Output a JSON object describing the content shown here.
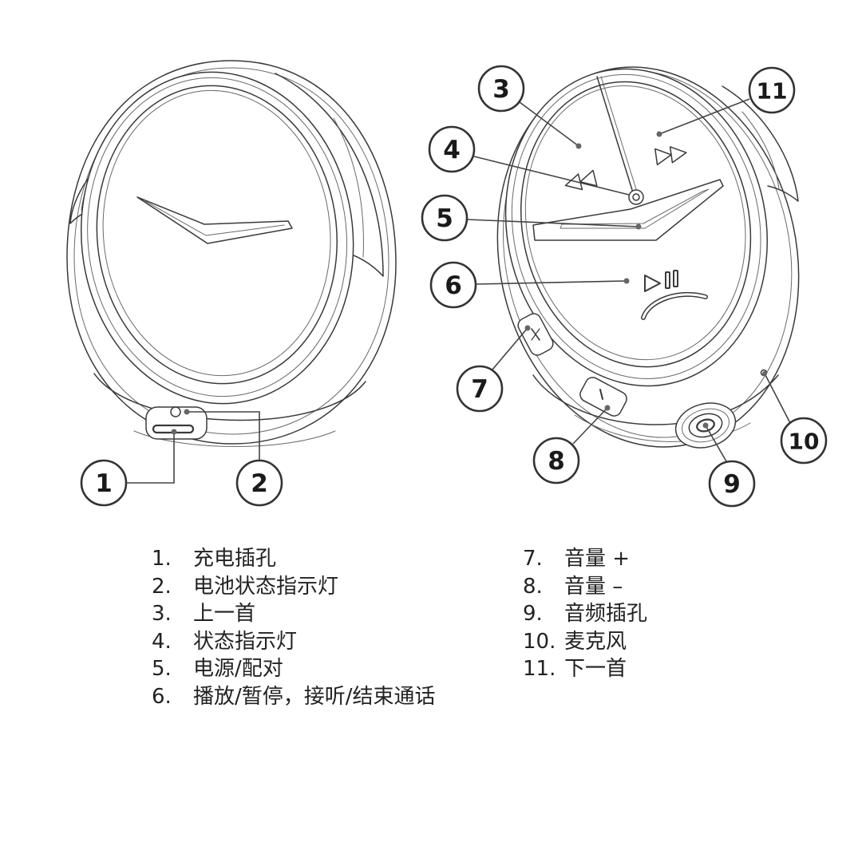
{
  "callouts": [
    {
      "num": "1"
    },
    {
      "num": "2"
    },
    {
      "num": "3"
    },
    {
      "num": "4"
    },
    {
      "num": "5"
    },
    {
      "num": "6"
    },
    {
      "num": "7"
    },
    {
      "num": "8"
    },
    {
      "num": "9"
    },
    {
      "num": "10"
    },
    {
      "num": "11"
    }
  ],
  "legend": {
    "left": [
      {
        "num": "1.",
        "label": "充电插孔"
      },
      {
        "num": "2.",
        "label": "电池状态指示灯"
      },
      {
        "num": "3.",
        "label": "上一首"
      },
      {
        "num": "4.",
        "label": "状态指示灯"
      },
      {
        "num": "5.",
        "label": "电源/配对"
      },
      {
        "num": "6.",
        "label": "播放/暂停，接听/结束通话"
      }
    ],
    "right": [
      {
        "num": "7.",
        "label": "音量 +"
      },
      {
        "num": "8.",
        "label": "音量 –"
      },
      {
        "num": "9.",
        "label": "音频插孔"
      },
      {
        "num": "10.",
        "label": "麦克风"
      },
      {
        "num": "11.",
        "label": "下一首"
      }
    ]
  },
  "device_icons": [
    "rewind-icon",
    "fast-forward-icon",
    "play-pause-icon",
    "phone-icon",
    "volume-up-icon",
    "volume-down-icon"
  ],
  "colors": {
    "line": "#3a3a3a",
    "text": "#222222",
    "background": "#ffffff"
  }
}
